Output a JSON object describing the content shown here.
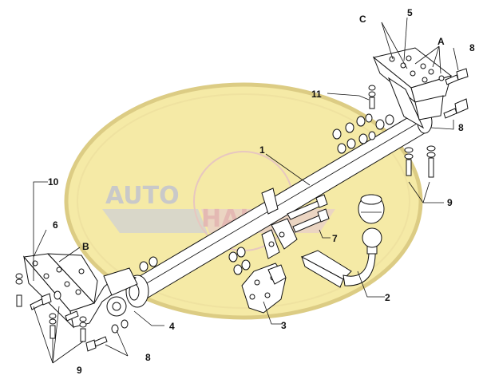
{
  "watermark": {
    "text_left": "AUTO",
    "text_right": "HAK",
    "colors": {
      "ellipse": "#f5eaa6",
      "ring": "#dccc84",
      "text": "#c9c9c9",
      "text_red": "#e4b9b3"
    }
  },
  "labels": {
    "l1": "1",
    "l2": "2",
    "l3": "3",
    "l4": "4",
    "l5": "5",
    "l6": "6",
    "l7": "7",
    "l8a": "8",
    "l8b": "8",
    "l8c": "8",
    "l9a": "9",
    "l9b": "9",
    "l10": "10",
    "l11": "11",
    "lA": "A",
    "lB": "B",
    "lC": "C"
  }
}
